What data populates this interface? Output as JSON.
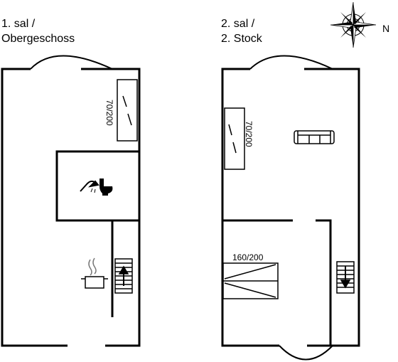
{
  "floors": [
    {
      "title_line1": "1. sal /",
      "title_line2": "Obergeschoss",
      "bed_label": "70/200",
      "rooms": [
        "bathroom",
        "kitchen",
        "stairs-up"
      ]
    },
    {
      "title_line1": "2. sal /",
      "title_line2": "2. Stock",
      "bed_label_single": "70/200",
      "bed_label_double": "160/200",
      "rooms": [
        "living-room",
        "bedroom",
        "stairs-down"
      ]
    }
  ],
  "compass": {
    "north_label": "N"
  },
  "icons": [
    "shower-icon",
    "toilet-icon",
    "stove-pot-icon",
    "sofa-icon",
    "stairs-up-icon",
    "stairs-down-icon",
    "compass-rose-icon"
  ],
  "colors": {
    "wall": "#000000",
    "background": "#ffffff"
  }
}
